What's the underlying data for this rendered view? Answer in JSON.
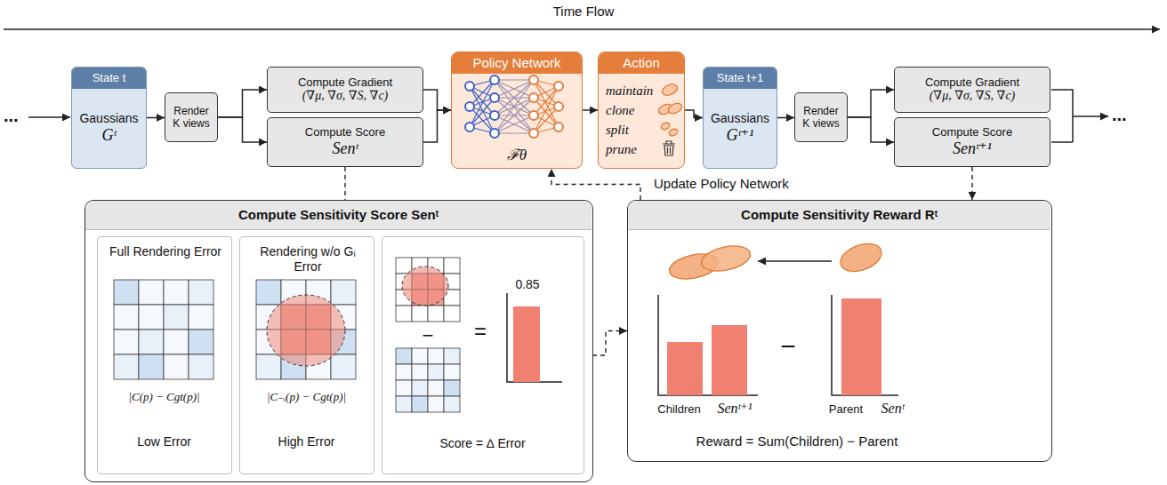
{
  "diagram": {
    "nodes": [
      {
        "text": [
          "State t",
          "Gaussians",
          "Gᵗ"
        ]
      },
      {
        "text": [
          "Render K views"
        ]
      },
      {
        "text": [
          "Compute Gradient",
          "(∇μ, ∇σ, ∇S, ∇c)"
        ]
      },
      {
        "text": [
          "Compute Score",
          "Senᵗ"
        ]
      },
      {
        "text": [
          "Policy Network",
          "ℱθ"
        ]
      },
      {
        "text": [
          "Action",
          "maintain",
          "clone",
          "split",
          "prune"
        ]
      },
      {
        "text": [
          "State t+1",
          "Gaussians",
          "Gᵗ⁺¹"
        ]
      },
      {
        "text": [
          "Render K views"
        ]
      },
      {
        "text": [
          "Compute Gradient",
          "(∇μ, ∇σ, ∇S, ∇c)"
        ]
      },
      {
        "text": [
          "Compute Score",
          "Senᵗ⁺¹"
        ]
      },
      {
        "text": [
          "Compute Sensitivity Score Senᵗ"
        ]
      },
      {
        "text": [
          "Full Rendering Error",
          "|C(p) − Cgt(p)|",
          "Low Error"
        ],
        "in": 10
      },
      {
        "text": [
          "Rendering w/o Gᵢ Error",
          "|C₋ᵢ(p) − Cgt(p)|",
          "High Error"
        ],
        "in": 10
      },
      {
        "text": [
          "−",
          "=",
          "0.85",
          "Score = ∆ Error"
        ],
        "in": 10
      },
      {
        "text": [
          "Compute Sensitivity Reward Rᵗ",
          "Children",
          "Senᵗ⁺¹",
          "Parent",
          "Senᵗ",
          "−",
          "Reward = Sum(Children) − Parent"
        ]
      }
    ],
    "edges": [
      {
        "from": 0,
        "to": 1,
        "arrow": "to"
      },
      {
        "from": 1,
        "to": 2,
        "arrow": "to"
      },
      {
        "from": 1,
        "to": 3,
        "arrow": "to"
      },
      {
        "from": 2,
        "to": 4,
        "arrow": "to"
      },
      {
        "from": 3,
        "to": 4,
        "arrow": "to"
      },
      {
        "from": 4,
        "to": 5,
        "arrow": "to"
      },
      {
        "from": 5,
        "to": 6,
        "arrow": "to"
      },
      {
        "from": 6,
        "to": 7,
        "arrow": "to"
      },
      {
        "from": 7,
        "to": 8,
        "arrow": "to"
      },
      {
        "from": 7,
        "to": 9,
        "arrow": "to"
      },
      {
        "from": 14,
        "to": 4,
        "label": "Update Policy Network",
        "arrow": "to"
      },
      {
        "from": 3,
        "to": 10,
        "arrow": "none"
      },
      {
        "from": 13,
        "to": 14,
        "arrow": "to"
      },
      {
        "from": 9,
        "to": 14,
        "arrow": "to"
      }
    ],
    "labels": [
      "Time Flow",
      "...",
      "..."
    ]
  }
}
